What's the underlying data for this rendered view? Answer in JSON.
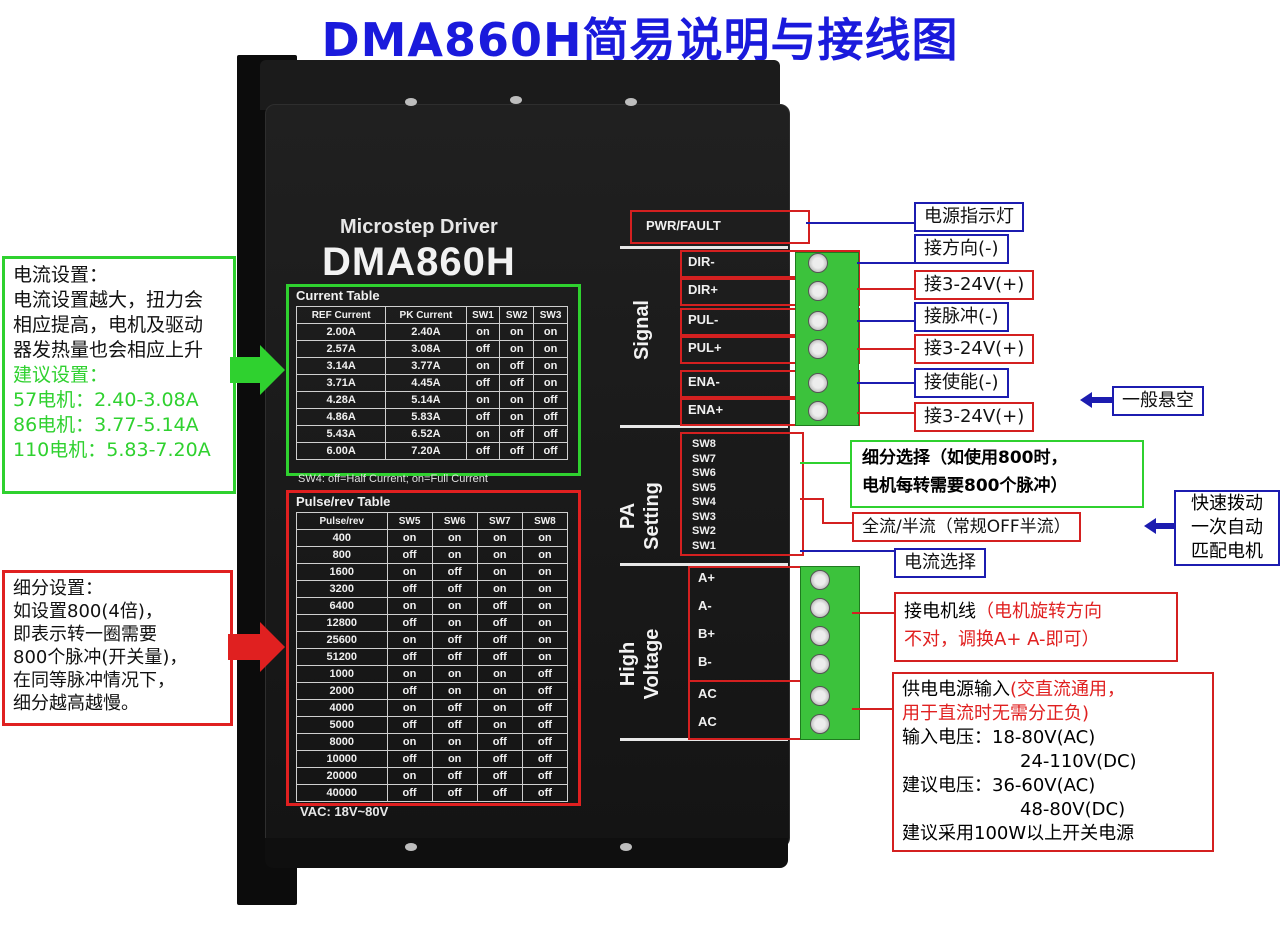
{
  "title": "DMA860H简易说明与接线图",
  "driver": {
    "brand": "Microstep Driver",
    "model": "DMA860H",
    "current_table": {
      "title": "Current Table",
      "headers": [
        "REF Current",
        "PK Current",
        "SW1",
        "SW2",
        "SW3"
      ],
      "rows": [
        [
          "2.00A",
          "2.40A",
          "on",
          "on",
          "on"
        ],
        [
          "2.57A",
          "3.08A",
          "off",
          "on",
          "on"
        ],
        [
          "3.14A",
          "3.77A",
          "on",
          "off",
          "on"
        ],
        [
          "3.71A",
          "4.45A",
          "off",
          "off",
          "on"
        ],
        [
          "4.28A",
          "5.14A",
          "on",
          "on",
          "off"
        ],
        [
          "4.86A",
          "5.83A",
          "off",
          "on",
          "off"
        ],
        [
          "5.43A",
          "6.52A",
          "on",
          "off",
          "off"
        ],
        [
          "6.00A",
          "7.20A",
          "off",
          "off",
          "off"
        ]
      ],
      "note": "SW4: off=Half Current; on=Full Current"
    },
    "pulse_table": {
      "title": "Pulse/rev Table",
      "headers": [
        "Pulse/rev",
        "SW5",
        "SW6",
        "SW7",
        "SW8"
      ],
      "rows": [
        [
          "400",
          "on",
          "on",
          "on",
          "on"
        ],
        [
          "800",
          "off",
          "on",
          "on",
          "on"
        ],
        [
          "1600",
          "on",
          "off",
          "on",
          "on"
        ],
        [
          "3200",
          "off",
          "off",
          "on",
          "on"
        ],
        [
          "6400",
          "on",
          "on",
          "off",
          "on"
        ],
        [
          "12800",
          "off",
          "on",
          "off",
          "on"
        ],
        [
          "25600",
          "on",
          "off",
          "off",
          "on"
        ],
        [
          "51200",
          "off",
          "off",
          "off",
          "on"
        ],
        [
          "1000",
          "on",
          "on",
          "on",
          "off"
        ],
        [
          "2000",
          "off",
          "on",
          "on",
          "off"
        ],
        [
          "4000",
          "on",
          "off",
          "on",
          "off"
        ],
        [
          "5000",
          "off",
          "off",
          "on",
          "off"
        ],
        [
          "8000",
          "on",
          "on",
          "off",
          "off"
        ],
        [
          "10000",
          "off",
          "on",
          "off",
          "off"
        ],
        [
          "20000",
          "on",
          "off",
          "off",
          "off"
        ],
        [
          "40000",
          "off",
          "off",
          "off",
          "off"
        ]
      ]
    },
    "vac": "VAC: 18V~80V",
    "pwr_fault": "PWR/FAULT",
    "sections": {
      "signal": "Signal",
      "pa_setting_1": "PA",
      "pa_setting_2": "Setting",
      "high_voltage_1": "High",
      "high_voltage_2": "Voltage"
    },
    "signal_pins": [
      "DIR-",
      "DIR+",
      "PUL-",
      "PUL+",
      "ENA-",
      "ENA+"
    ],
    "switches": [
      "SW8",
      "SW7",
      "SW6",
      "SW5",
      "SW4",
      "SW3",
      "SW2",
      "SW1"
    ],
    "hv_pins": [
      "A+",
      "A-",
      "B+",
      "B-",
      "AC",
      "AC"
    ]
  },
  "left_current": {
    "heading": "电流设置：",
    "lines": [
      "电流设置越大，扭力会",
      "相应提高，电机及驱动",
      "器发热量也会相应上升"
    ],
    "suggest_heading": "建议设置：",
    "suggest": [
      "57电机：2.40-3.08A",
      "86电机：3.77-5.14A",
      "110电机：5.83-7.20A"
    ]
  },
  "left_microstep": {
    "lines": [
      "细分设置：",
      "如设置800(4倍)，",
      "即表示转一圈需要",
      "800个脉冲(开关量)，",
      "在同等脉冲情况下，",
      "细分越高越慢。"
    ]
  },
  "right_labels": {
    "power_led": "电源指示灯",
    "dir_minus": "接方向(-)",
    "dir_plus": "接3-24V(+)",
    "pul_minus": "接脉冲(-)",
    "pul_plus": "接3-24V(+)",
    "ena_minus": "接使能(-)",
    "ena_plus": "接3-24V(+)",
    "float": "一般悬空",
    "microstep_select_1": "细分选择（如使用800时，",
    "microstep_select_2": "电机每转需要800个脉冲）",
    "full_half": "全流/半流（常规OFF半流）",
    "auto_match_1": "快速拨动",
    "auto_match_2": "一次自动",
    "auto_match_3": "匹配电机",
    "current_select": "电流选择",
    "motor_wire": "接电机线",
    "motor_wire_note_1": "（电机旋转方向",
    "motor_wire_note_2": "不对，调换A+ A-即可）",
    "power_input": "供电电源输入",
    "power_input_note_1": "(交直流通用，",
    "power_input_note_2": "用于直流时无需分正负)",
    "input_voltage_label": "输入电压：",
    "input_voltage_ac": "18-80V(AC)",
    "input_voltage_dc": "24-110V(DC)",
    "suggest_voltage_label": "建议电压：",
    "suggest_voltage_ac": "36-60V(AC)",
    "suggest_voltage_dc": "48-80V(DC)",
    "psu_note": "建议采用100W以上开关电源"
  },
  "colors": {
    "title": "#1a1adc",
    "green": "#2fd12f",
    "red": "#e02020",
    "blue": "#1c1cb0"
  }
}
